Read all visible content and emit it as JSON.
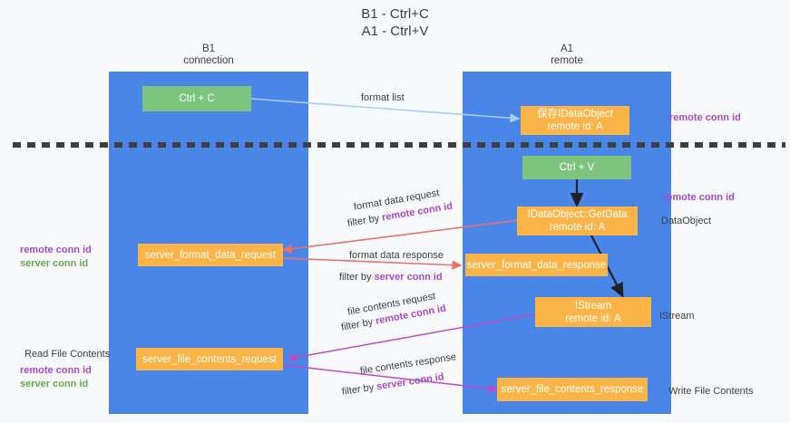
{
  "title": {
    "line1": "B1 - Ctrl+C",
    "line2": "A1 - Ctrl+V"
  },
  "columns": [
    {
      "name": "B1",
      "role": "connection"
    },
    {
      "name": "A1",
      "role": "remote"
    }
  ],
  "boxes": {
    "ctrl_c": {
      "label": "Ctrl + C",
      "color": "#7dc57f"
    },
    "ctrl_v": {
      "label": "Ctrl + V",
      "color": "#7dc57f"
    },
    "save_dataobject": {
      "line1": "保存IDataObject",
      "line2": "remote id: A",
      "color": "#fbb448"
    },
    "getdata": {
      "line1": "IDataObject::GetData",
      "line2": "remote id: A",
      "color": "#fbb448"
    },
    "istream": {
      "line1": "IStream",
      "line2": "remote id: A",
      "color": "#fbb448"
    },
    "server_format_data_request": {
      "label": "server_format_data_request",
      "color": "#fbb448"
    },
    "server_format_data_response": {
      "label": "server_format_data_response",
      "color": "#fbb448"
    },
    "server_file_contents_request": {
      "label": "server_file_contents_request",
      "color": "#fbb448"
    },
    "server_file_contents_response": {
      "label": "server_file_contents_response",
      "color": "#fbb448"
    }
  },
  "edge_labels": {
    "format_list": "format list",
    "format_data_request": "format data request",
    "format_data_request_filter_prefix": "filter by ",
    "format_data_request_filter_key": "remote conn id",
    "format_data_response": "format data response",
    "format_data_response_filter_prefix": "filter by ",
    "format_data_response_filter_key": "server conn id",
    "file_contents_request": "file contents request",
    "file_contents_request_filter_prefix": "filter by ",
    "file_contents_request_filter_key": "remote conn id",
    "file_contents_response": "file contents response",
    "file_contents_response_filter_prefix": "filter by ",
    "file_contents_response_filter_key": "server conn id"
  },
  "side_labels": {
    "right_remote_conn_id_top": "remote conn id",
    "right_remote_conn_id_mid": "remote conn id",
    "right_dataobject": "DataObject",
    "right_istream": "IStream",
    "right_write_file_contents": "Write File Contents",
    "left_remote_conn_id_mid": "remote conn id",
    "left_server_conn_id_mid": "server conn id",
    "left_read_file_contents": "Read File Contents",
    "left_remote_conn_id_bottom": "remote conn id",
    "left_server_conn_id_bottom": "server conn id"
  },
  "colors": {
    "lane": "#4a86e8",
    "green_box": "#7dc57f",
    "orange_box": "#fbb448",
    "purple_text": "#a64ac9",
    "green_text": "#6aa84f",
    "arrow_blue": "#a9cdf0",
    "arrow_red": "#e8706a",
    "arrow_magenta": "#c council",
    "arrow_black": "#202124",
    "divider": "#3c4043",
    "background": "#f8f9fa"
  }
}
